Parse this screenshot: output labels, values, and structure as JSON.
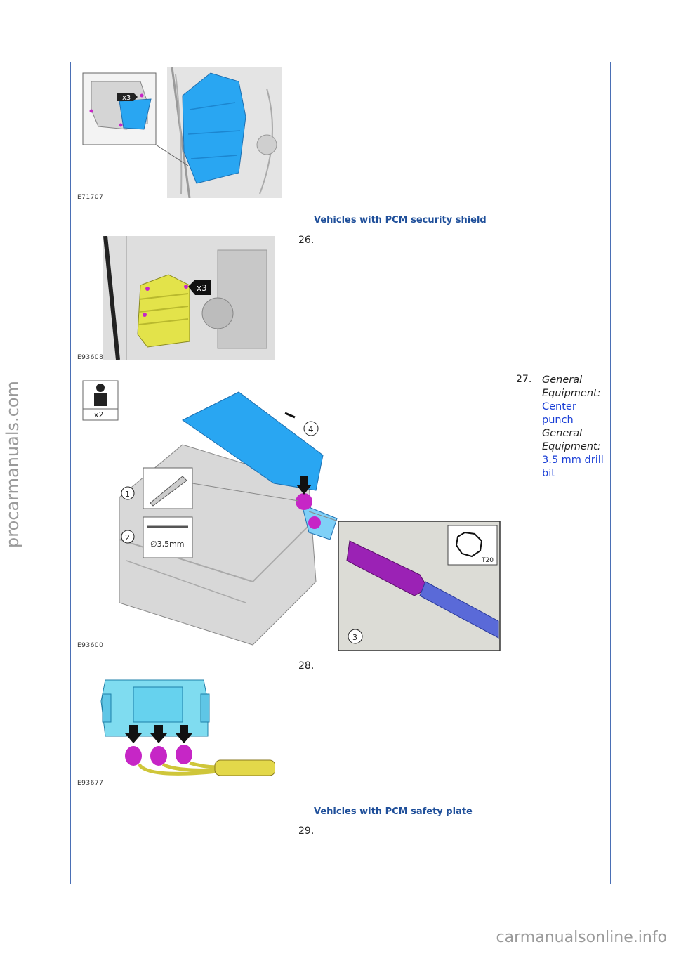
{
  "figures": {
    "fig1": {
      "code": "E71707"
    },
    "fig2": {
      "code": "E93608",
      "callout": "x3"
    },
    "fig3": {
      "code": "E93600",
      "person_count": "x2",
      "callout_1": "1",
      "callout_2": "2",
      "callout_3": "3",
      "callout_4": "4",
      "drill_size": "∅3,5mm",
      "torx": "T20"
    },
    "fig4": {
      "code": "E93677"
    },
    "fig1_callout": "x3"
  },
  "headings": {
    "security_shield": "Vehicles with PCM security shield",
    "safety_plate": "Vehicles with PCM safety plate"
  },
  "steps": {
    "s26": "26.",
    "s27": "27.",
    "s28": "28.",
    "s29": "29."
  },
  "equipment": {
    "label1": "General Equipment:",
    "value1": "Center punch",
    "label2": "General Equipment:",
    "value2": "3.5 mm drill bit"
  },
  "watermarks": {
    "left": "procarmanuals.com",
    "bottom": "carmanualsonline.info"
  },
  "colors": {
    "rule": "#4a6fb5",
    "heading": "#1f4f9a",
    "equipment_value": "#1a3fd6",
    "shield_cyan": "#25a8f0",
    "pcm_yellow": "#e3e34a",
    "bolt_magenta": "#c626c6"
  }
}
